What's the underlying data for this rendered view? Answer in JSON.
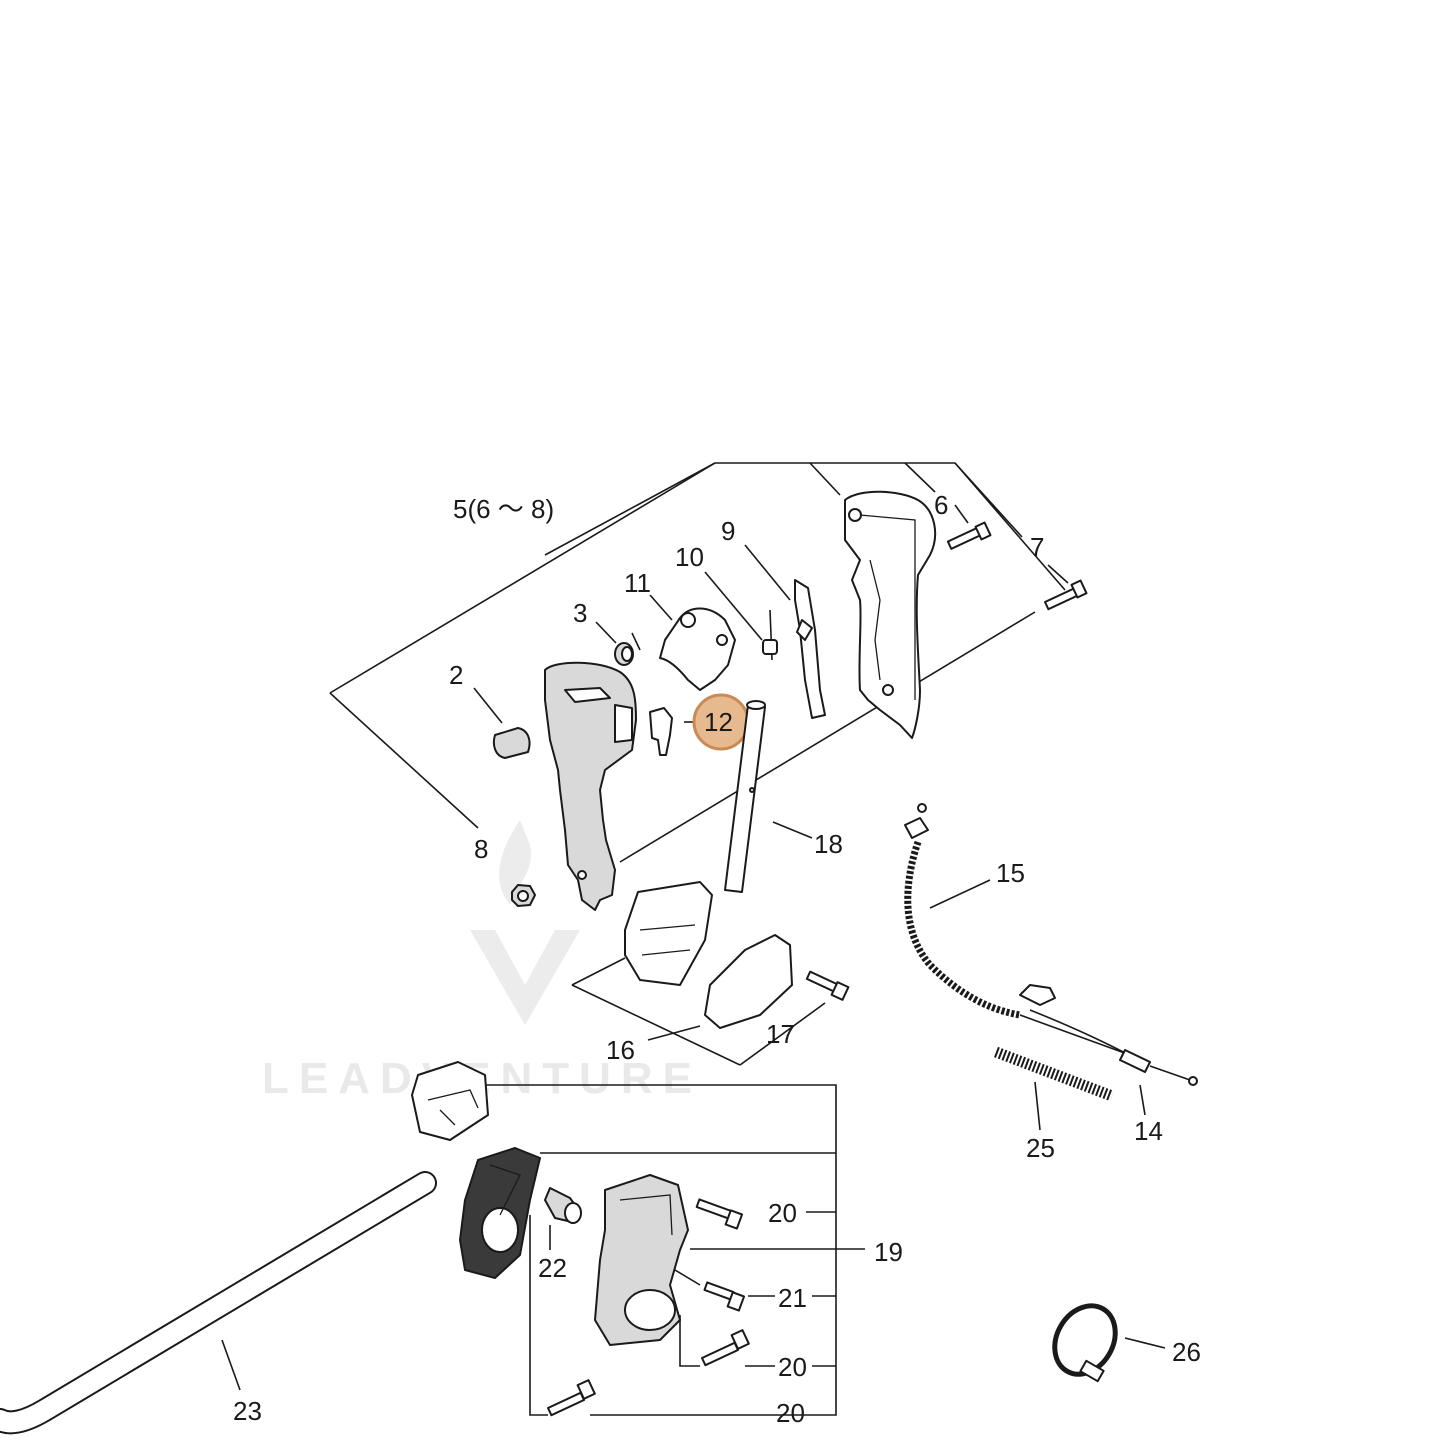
{
  "watermark": {
    "text": "LEADVENTURE"
  },
  "colors": {
    "highlight": "#e7b98f",
    "highlight_stroke": "#c98a55",
    "ink": "#1a1a1a"
  },
  "labels": {
    "p5": "5(6 ～ 8)",
    "p2": "2",
    "p3": "3",
    "p6": "6",
    "p7": "7",
    "p8": "8",
    "p9": "9",
    "p10": "10",
    "p11": "11",
    "p12": "12",
    "p14": "14",
    "p15": "15",
    "p16": "16",
    "p17": "17",
    "p18": "18",
    "p19": "19",
    "p20a": "20",
    "p20b": "20",
    "p20c": "20",
    "p21": "21",
    "p22": "22",
    "p23": "23",
    "p25": "25",
    "p26": "26"
  }
}
